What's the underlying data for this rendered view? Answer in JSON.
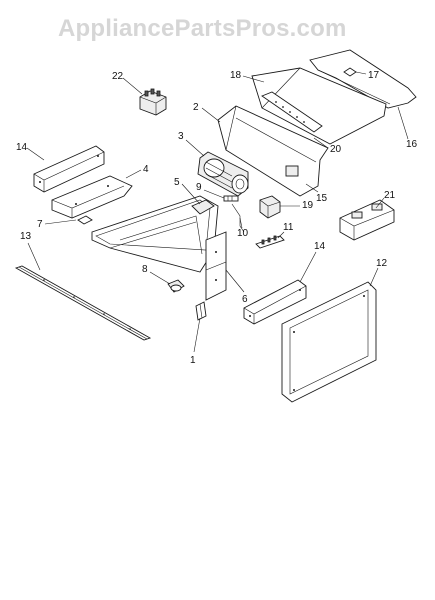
{
  "watermark": {
    "text": "AppliancePartsPros.com"
  },
  "callouts": {
    "c1": "1",
    "c2": "2",
    "c3": "3",
    "c4": "4",
    "c5": "5",
    "c6": "6",
    "c7": "7",
    "c8": "8",
    "c9": "9",
    "c10": "10",
    "c11": "11",
    "c12": "12",
    "c13": "13",
    "c14a": "14",
    "c14b": "14",
    "c15": "15",
    "c16": "16",
    "c17": "17",
    "c18": "18",
    "c19": "19",
    "c20": "20",
    "c21": "21",
    "c22": "22"
  }
}
